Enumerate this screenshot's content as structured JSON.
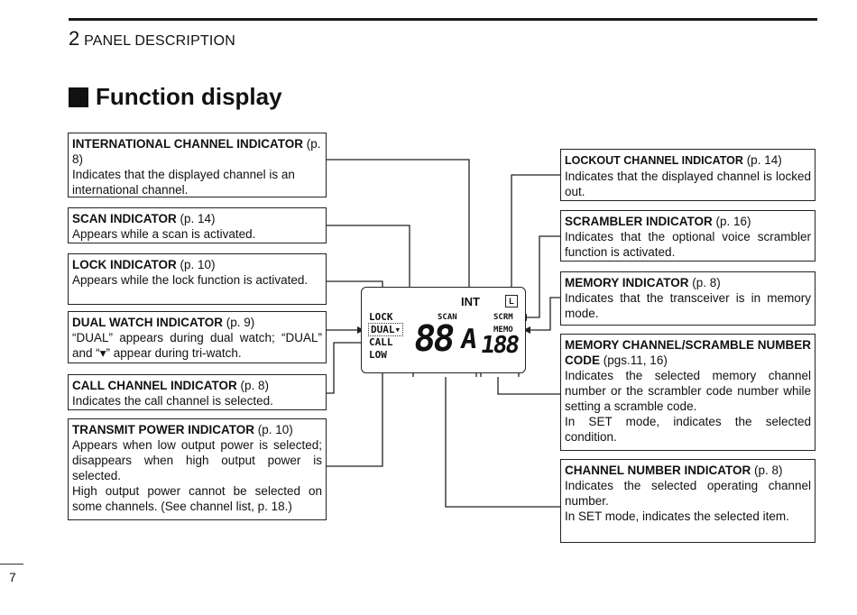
{
  "header": {
    "section_number": "2",
    "section_title": "PANEL DESCRIPTION"
  },
  "title": "Function display",
  "left_boxes": [
    {
      "heading": "INTERNATIONAL CHANNEL INDICATOR",
      "page": "(p. 8)",
      "body": [
        "Indicates that the displayed channel is an international channel."
      ]
    },
    {
      "heading": "SCAN INDICATOR",
      "page": "(p. 14)",
      "body": [
        "Appears while a scan is activated."
      ]
    },
    {
      "heading": "LOCK INDICATOR",
      "page": "(p. 10)",
      "body": [
        "Appears while the lock function is activated."
      ]
    },
    {
      "heading": "DUAL WATCH INDICATOR",
      "page": "(p. 9)",
      "body": [
        "“DUAL” appears during dual watch; “DUAL” and “▾” appear during tri-watch."
      ]
    },
    {
      "heading": "CALL CHANNEL INDICATOR",
      "page": "(p. 8)",
      "body": [
        "Indicates the call channel is selected."
      ]
    },
    {
      "heading": "TRANSMIT POWER INDICATOR",
      "page": "(p. 10)",
      "body": [
        "Appears when low output power is selected; disappears when high output power is selected.",
        "High output power cannot be selected on some channels. (See channel list, p. 18.)"
      ]
    }
  ],
  "right_boxes": [
    {
      "heading": "LOCKOUT CHANNEL INDICATOR",
      "page": "(p. 14)",
      "body": [
        "Indicates that the displayed channel is locked out."
      ]
    },
    {
      "heading": "SCRAMBLER INDICATOR",
      "page": "(p. 16)",
      "body": [
        "Indicates that the optional voice scrambler function is activated."
      ]
    },
    {
      "heading": "MEMORY INDICATOR",
      "page": "(p. 8)",
      "body": [
        "Indicates that the transceiver is in memory mode."
      ]
    },
    {
      "heading": "MEMORY CHANNEL/SCRAMBLE NUMBER CODE",
      "page": "(pgs.11, 16)",
      "body": [
        "Indicates the selected memory channel number or the scrambler code number while setting a scramble code.",
        "In SET mode, indicates the selected condition."
      ]
    },
    {
      "heading": "CHANNEL NUMBER INDICATOR",
      "page": "(p. 8)",
      "body": [
        "Indicates the selected operating channel number.",
        "In SET mode, indicates the selected item."
      ]
    }
  ],
  "lcd": {
    "lock": "LOCK",
    "dual": "DUAL",
    "dual_mark": "▾",
    "call": "CALL",
    "low": "LOW",
    "scan": "SCAN",
    "int": "INT",
    "lockout": "L",
    "scrm": "SCRM",
    "memo": "MEMO",
    "channel_digits": "88",
    "channel_suffix": "A",
    "memory_digits": "188"
  },
  "page_number": "7"
}
